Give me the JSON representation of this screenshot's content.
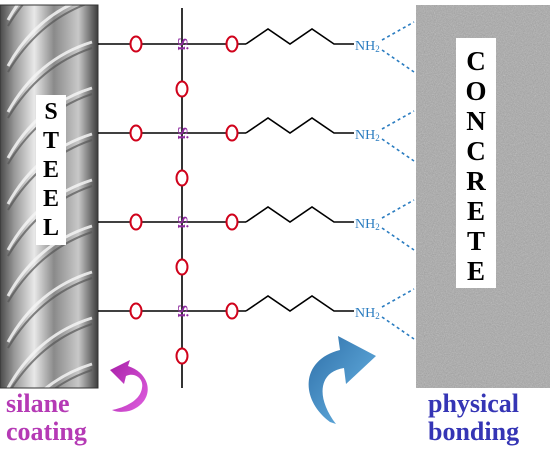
{
  "steel": {
    "letters": [
      "S",
      "T",
      "E",
      "E",
      "L"
    ]
  },
  "concrete": {
    "letters": [
      "C",
      "O",
      "N",
      "C",
      "R",
      "E",
      "T",
      "E"
    ]
  },
  "molecule": {
    "si_label": "Si",
    "o_label": "O",
    "amine_label": "NH",
    "amine_subscript": "2"
  },
  "captions": {
    "silane_line1": "silane",
    "silane_line2": "coating",
    "physical_line1": "physical",
    "physical_line2": "bonding"
  },
  "colors": {
    "oxygen": "#d0021b",
    "silicon": "#8e2a9e",
    "amine": "#2a7cc0",
    "silane_caption": "#b53ab5",
    "physical_caption": "#3535b5",
    "magenta_arrow": "#c02ac0",
    "blue_arrow": "#4ea2d8"
  }
}
